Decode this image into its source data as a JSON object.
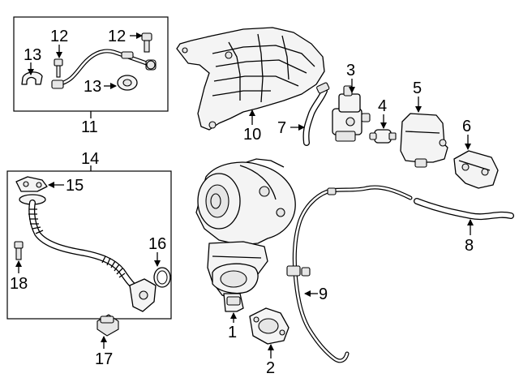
{
  "callouts": [
    {
      "id": "c1",
      "label": "1"
    },
    {
      "id": "c2",
      "label": "2"
    },
    {
      "id": "c3",
      "label": "3"
    },
    {
      "id": "c4",
      "label": "4"
    },
    {
      "id": "c5",
      "label": "5"
    },
    {
      "id": "c6",
      "label": "6"
    },
    {
      "id": "c7",
      "label": "7"
    },
    {
      "id": "c8",
      "label": "8"
    },
    {
      "id": "c9",
      "label": "9"
    },
    {
      "id": "c10",
      "label": "10"
    },
    {
      "id": "c11",
      "label": "11"
    },
    {
      "id": "c12a",
      "label": "12"
    },
    {
      "id": "c12b",
      "label": "12"
    },
    {
      "id": "c13a",
      "label": "13"
    },
    {
      "id": "c13b",
      "label": "13"
    },
    {
      "id": "c14",
      "label": "14"
    },
    {
      "id": "c15",
      "label": "15"
    },
    {
      "id": "c16",
      "label": "16"
    },
    {
      "id": "c17",
      "label": "17"
    },
    {
      "id": "c18",
      "label": "18"
    }
  ]
}
